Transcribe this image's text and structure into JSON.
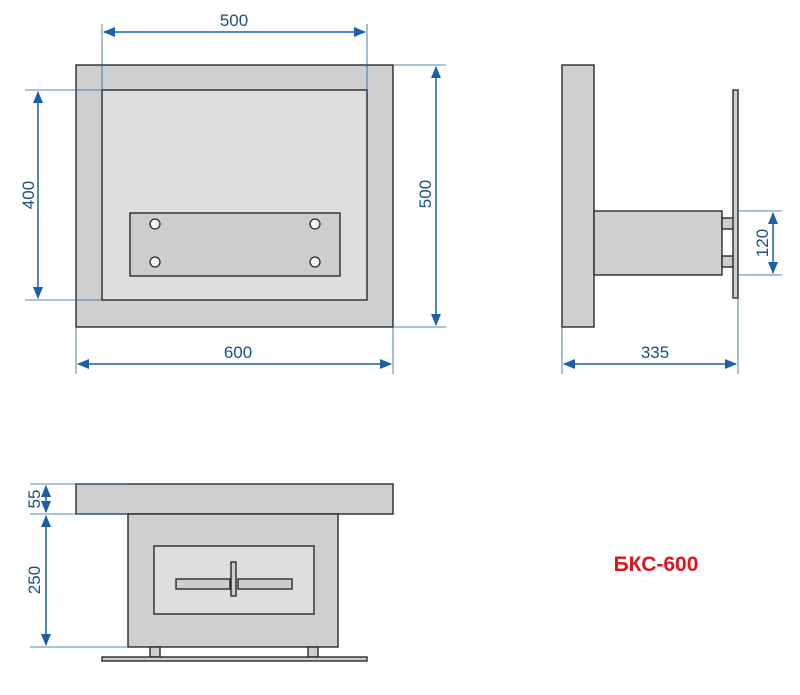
{
  "model": "БКС-600",
  "colors": {
    "dimension": "#1a60a8",
    "model_label": "#e0151b",
    "body": "#cfcfcf"
  },
  "front_view": {
    "dim_top_width": "500",
    "dim_bottom_width": "600",
    "dim_left_height": "400",
    "dim_right_height": "500"
  },
  "side_view": {
    "dim_depth": "335",
    "dim_bracket_height": "120"
  },
  "top_view": {
    "dim_top_thickness": "55",
    "dim_body_height": "250"
  }
}
